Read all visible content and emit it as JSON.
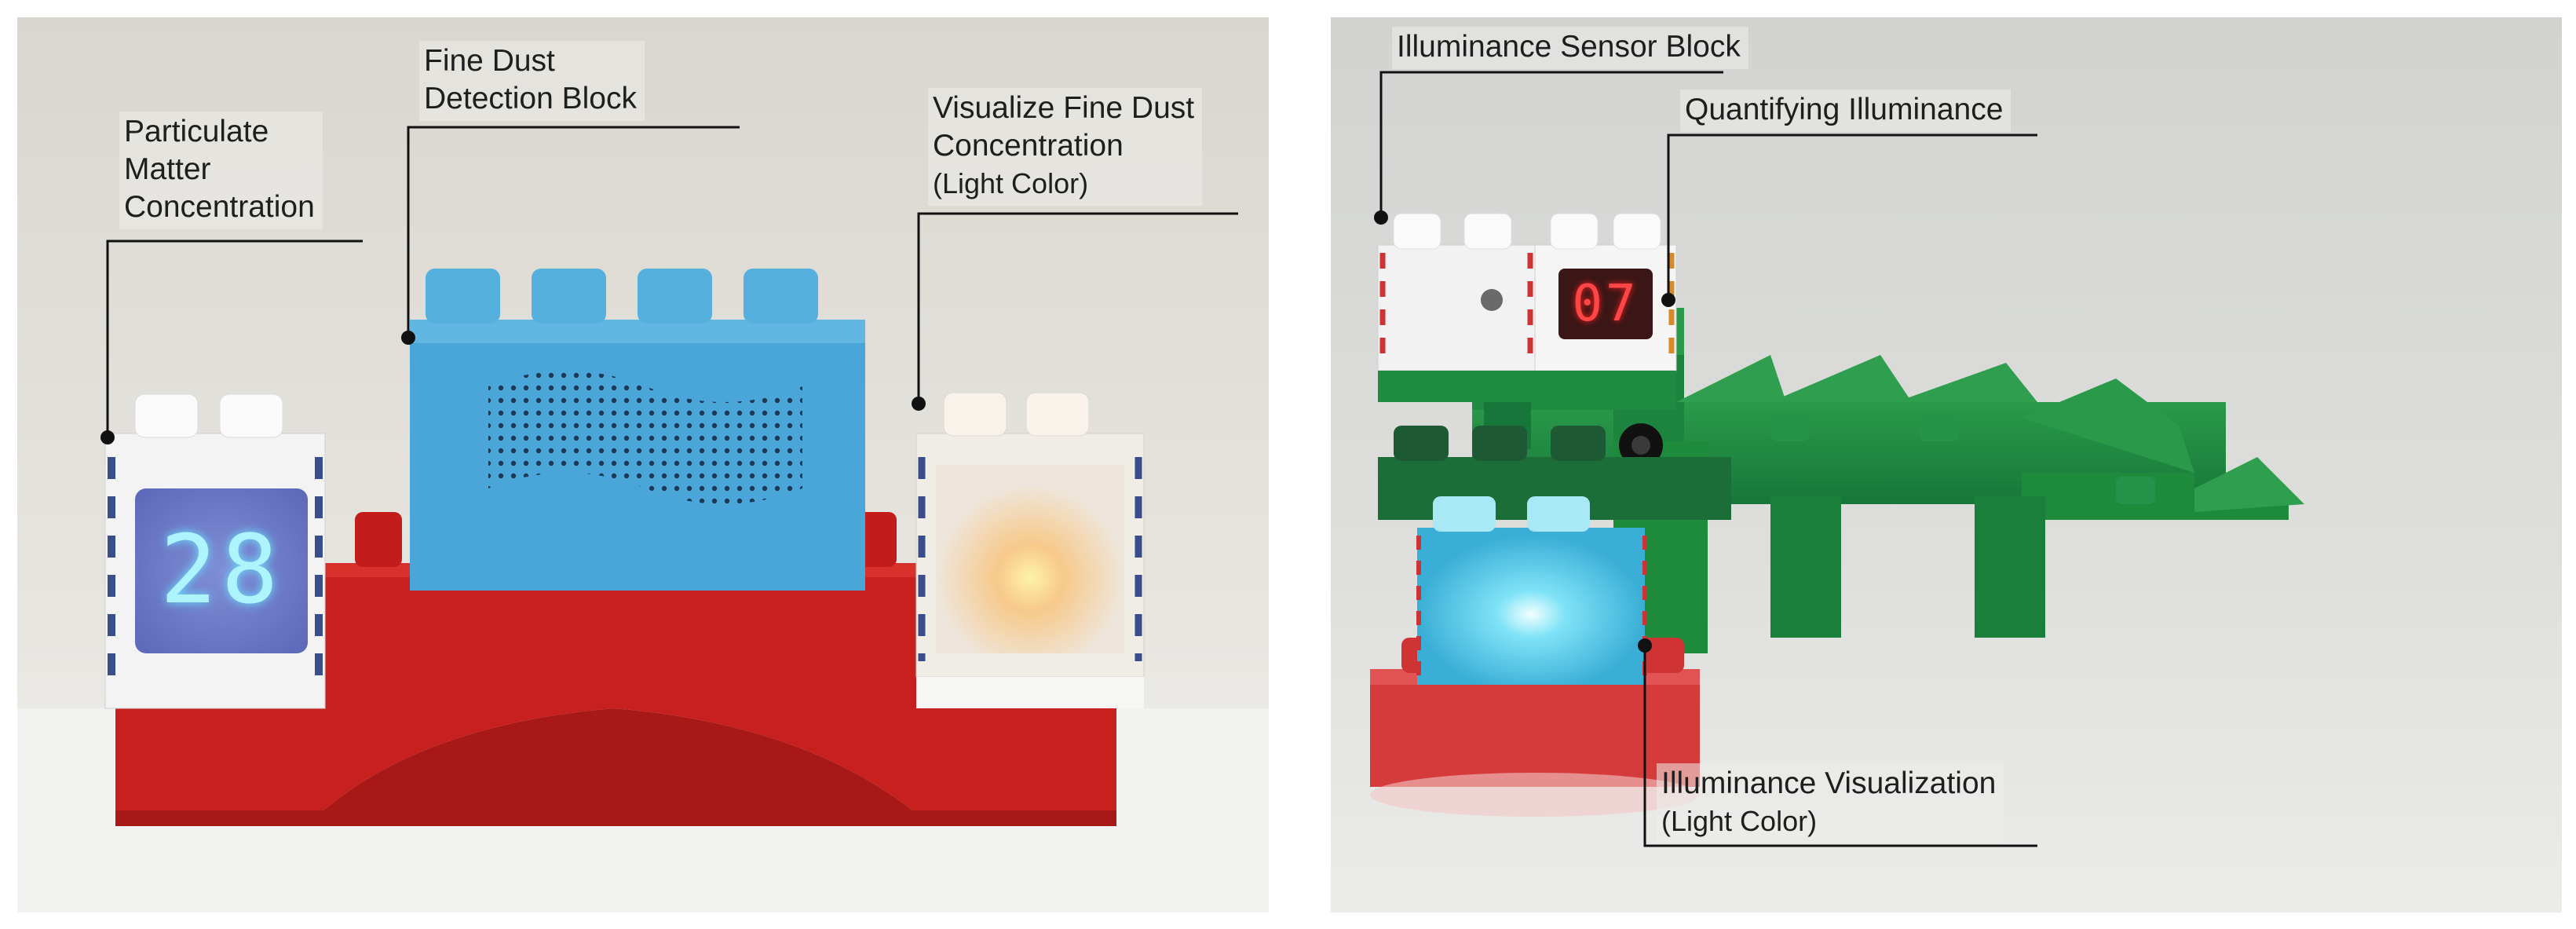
{
  "left_photo": {
    "labels": {
      "particulate": [
        "Particulate",
        "Matter",
        "Concentration"
      ],
      "detection": [
        "Fine Dust",
        "Detection Block"
      ],
      "visualize": [
        "Visualize Fine Dust",
        "Concentration",
        "(Light Color)"
      ]
    },
    "display_value": "28"
  },
  "right_photo": {
    "labels": {
      "sensor": "Illuminance Sensor Block",
      "quantifying": "Quantifying Illuminance",
      "visualization": [
        "Illuminance Visualization",
        "(Light Color)"
      ]
    },
    "display_value": "07"
  },
  "colors": {
    "block_red": "#c8201e",
    "block_blue": "#4aa6d8",
    "block_green": "#1e8a3c",
    "led_blue": "#39c8f0",
    "led_red": "#ff3b3b"
  }
}
